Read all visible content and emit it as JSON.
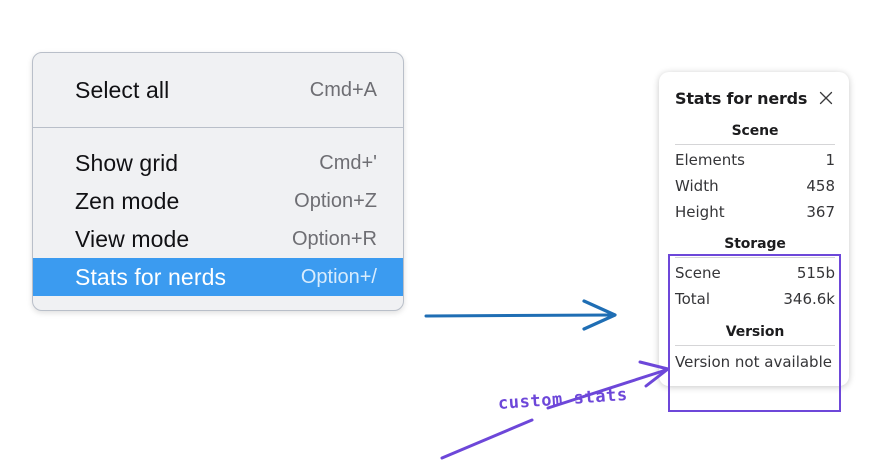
{
  "context_menu": {
    "groups": [
      {
        "items": [
          {
            "label": "Select all",
            "shortcut": "Cmd+A",
            "selected": false
          }
        ]
      },
      {
        "items": [
          {
            "label": "Show grid",
            "shortcut": "Cmd+'",
            "selected": false
          },
          {
            "label": "Zen mode",
            "shortcut": "Option+Z",
            "selected": false
          },
          {
            "label": "View mode",
            "shortcut": "Option+R",
            "selected": false
          },
          {
            "label": "Stats for nerds",
            "shortcut": "Option+/",
            "selected": true
          }
        ]
      }
    ],
    "highlight_color": "#3b9bf0",
    "background_color": "#f0f1f3"
  },
  "stats_panel": {
    "title": "Stats for nerds",
    "close_icon": "close-icon",
    "sections": [
      {
        "heading": "Scene",
        "rows": [
          {
            "key": "Elements",
            "value": "1"
          },
          {
            "key": "Width",
            "value": "458"
          },
          {
            "key": "Height",
            "value": "367"
          }
        ]
      },
      {
        "heading": "Storage",
        "rows": [
          {
            "key": "Scene",
            "value": "515b"
          },
          {
            "key": "Total",
            "value": "346.6k"
          }
        ]
      },
      {
        "heading": "Version",
        "text": "Version not available"
      }
    ]
  },
  "annotations": {
    "blue_arrow": {
      "name": "blue-arrow",
      "color": "#1f6eb4"
    },
    "purple_arrow": {
      "name": "purple-arrow",
      "color": "#6d47d9"
    },
    "custom_stats_label": "custom stats",
    "highlight_box_color": "#6d47d9"
  }
}
